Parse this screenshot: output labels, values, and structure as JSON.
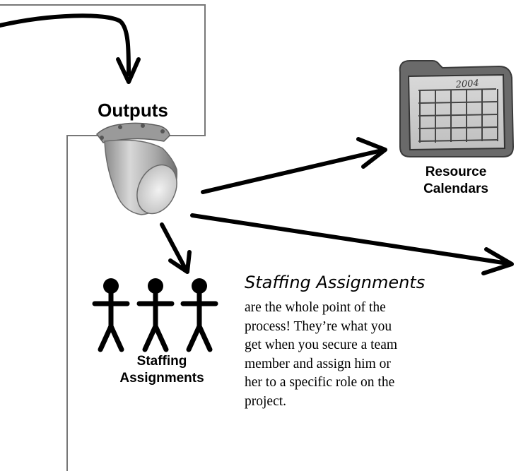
{
  "outputs_title": "Outputs",
  "resource_calendars": {
    "line1": "Resource",
    "line2": "Calendars",
    "calendar_year": "2004"
  },
  "staffing_assignments": {
    "line1": "Staffing",
    "line2": "Assignments"
  },
  "callout": {
    "title": "Staffing Assignments",
    "lines": [
      "are the whole point of the",
      "process! They’re what you",
      "get when you secure a team",
      "member and assign him or",
      "her to a specific role on the",
      "project."
    ]
  },
  "icons": [
    "pipe-outlet-icon",
    "calendar-icon",
    "stick-figures-icon",
    "arrow-icon"
  ]
}
